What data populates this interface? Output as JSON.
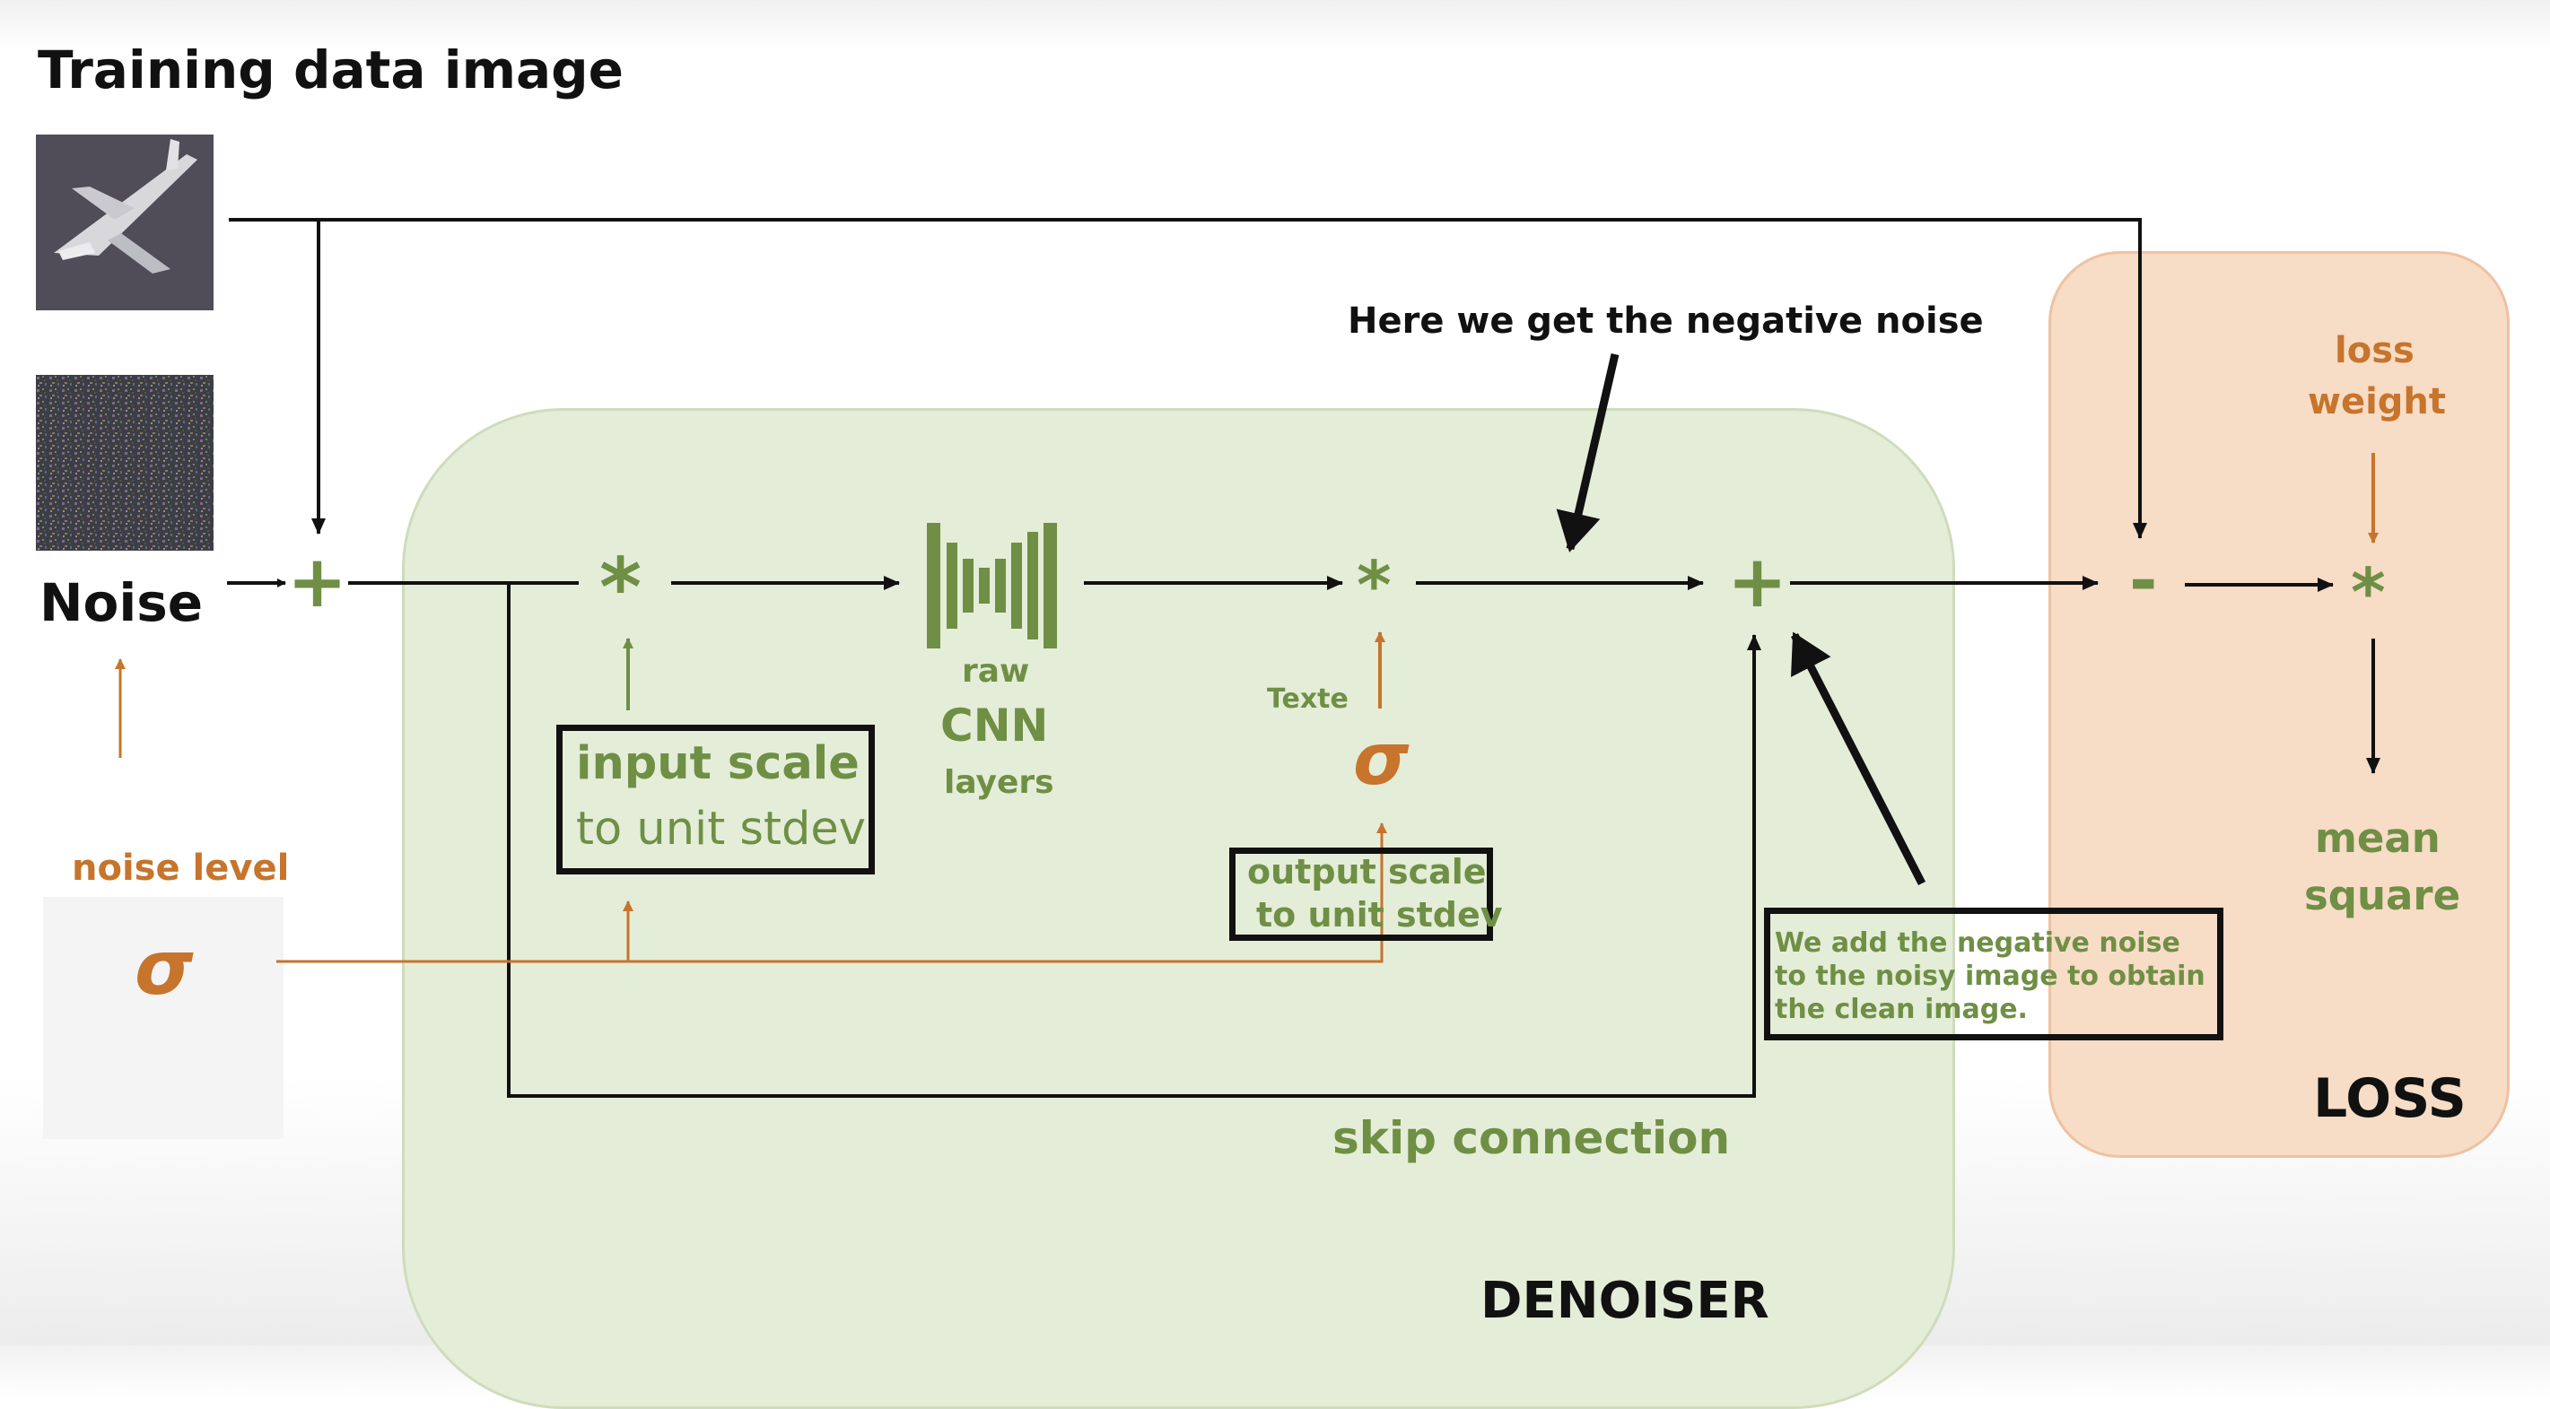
{
  "title": "Training data image",
  "inputs": {
    "noise_label": "Noise",
    "noise_level_label": "noise level",
    "sigma": "σ"
  },
  "operators": {
    "plus": "+",
    "times": "*",
    "minus": "-"
  },
  "denoiser": {
    "label": "DENOISER",
    "input_scale_line1": "input scale",
    "input_scale_line2": "to unit stdev",
    "cnn_line1": "raw",
    "cnn_line2": "CNN",
    "cnn_line3": "layers",
    "texte": "Texte",
    "output_sigma": "σ",
    "output_scale_line1": "output scale",
    "output_scale_line2": "to unit stdev",
    "skip_connection": "skip connection"
  },
  "loss": {
    "label": "LOSS",
    "loss_weight_line1": "loss",
    "loss_weight_line2": "weight",
    "mean_square_line1": "mean",
    "mean_square_line2": "square"
  },
  "annotations": {
    "negative_noise": "Here we get the negative noise",
    "add_negative_noise": "We add the negative noise to the noisy image to obtain the clean image."
  },
  "colors": {
    "green": "#6f8f45",
    "orange": "#c7742c",
    "denoiser_fill": "#e4edd8",
    "loss_fill": "#f7dcc6"
  }
}
